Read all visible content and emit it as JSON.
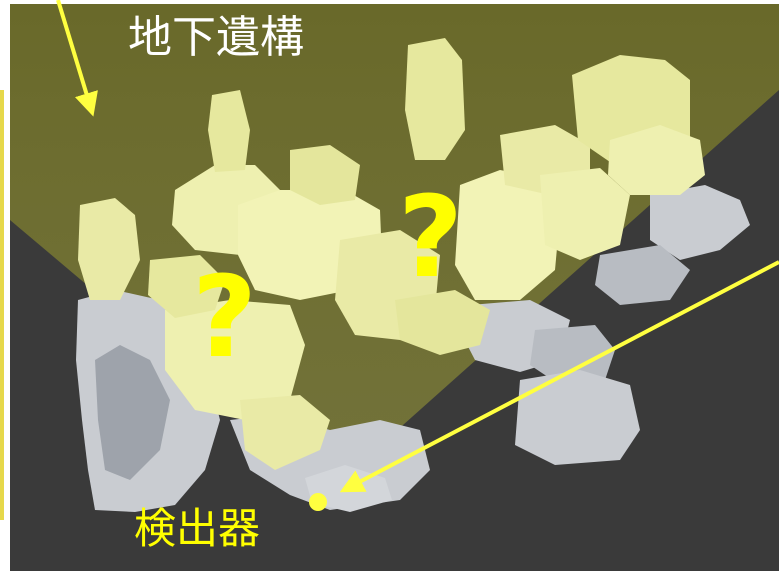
{
  "labels": {
    "title": "地下遺構",
    "detector": "検出器",
    "question_left": "?",
    "question_right": "?"
  },
  "colors": {
    "background": "#3a3a3a",
    "ruin_stone": "#c9ccd1",
    "ruin_stone_shadow": "#9ea3ab",
    "highlight_fill": "#f0f09a",
    "label_white": "#ffffff",
    "label_yellow": "#ffff00",
    "arrow_yellow": "#ffff40"
  },
  "icons": {
    "detector_marker": "yellow-dot",
    "arrows": "yellow-arrow"
  }
}
